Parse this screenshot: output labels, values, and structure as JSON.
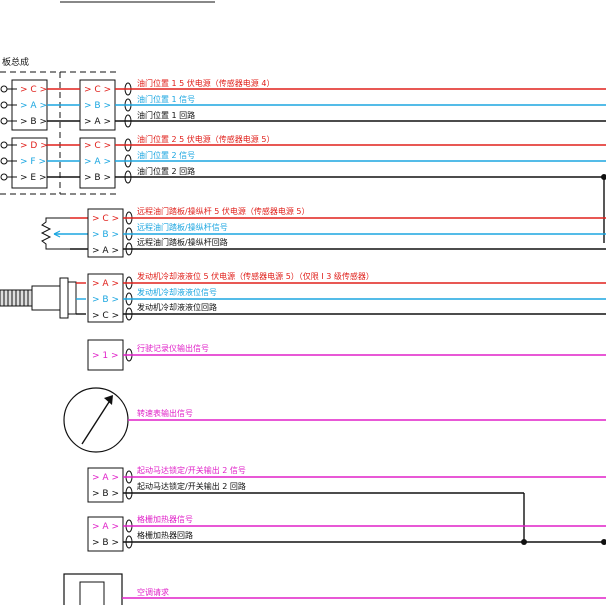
{
  "colors": {
    "red": "#e0201b",
    "cyan": "#1ba6e0",
    "black": "#111111",
    "magenta": "#e020c8"
  },
  "header": {
    "board_label": "板总成"
  },
  "throttle": {
    "left_pins_1": [
      "C",
      "A",
      "B"
    ],
    "right_pins_1": [
      "C",
      "B",
      "A"
    ],
    "left_pins_2": [
      "D",
      "F",
      "E"
    ],
    "right_pins_2": [
      "C",
      "A",
      "B"
    ],
    "wires": [
      {
        "label": "油门位置 1 5 伏电源（传感器电源 4）",
        "color": "red"
      },
      {
        "label": "油门位置 1 信号",
        "color": "cyan"
      },
      {
        "label": "油门位置 1 回路",
        "color": "black"
      },
      {
        "label": "油门位置 2 5 伏电源（传感器电源 5）",
        "color": "red"
      },
      {
        "label": "油门位置 2 信号",
        "color": "cyan"
      },
      {
        "label": "油门位置 2 回路",
        "color": "black"
      }
    ]
  },
  "remote_pedal": {
    "pins": [
      "C",
      "B",
      "A"
    ],
    "wires": [
      {
        "label": "远程油门踏板/操纵杆 5 伏电源（传感器电源 5）",
        "color": "red"
      },
      {
        "label": "远程油门踏板/操纵杆信号",
        "color": "cyan"
      },
      {
        "label": "远程油门踏板/操纵杆回路",
        "color": "black"
      }
    ]
  },
  "coolant": {
    "pins": [
      "A",
      "B",
      "C"
    ],
    "wires": [
      {
        "label": "发动机冷却液液位 5 伏电源（传感器电源 5）（仅限 Ⅰ 3 级传感器）",
        "color": "red"
      },
      {
        "label": "发动机冷却液液位信号",
        "color": "cyan"
      },
      {
        "label": "发动机冷却液液位回路",
        "color": "black"
      }
    ]
  },
  "recorder": {
    "pin": "1",
    "label": "行驶记录仪输出信号"
  },
  "tachometer": {
    "label": "转速表输出信号"
  },
  "starter": {
    "pins": [
      "A",
      "B"
    ],
    "wires": [
      {
        "label": "起动马达锁定/开关输出 2 信号",
        "color": "magenta"
      },
      {
        "label": "起动马达锁定/开关输出 2 回路",
        "color": "black"
      }
    ]
  },
  "grid_heater": {
    "pins": [
      "A",
      "B"
    ],
    "wires": [
      {
        "label": "格栅加热器信号",
        "color": "magenta"
      },
      {
        "label": "格栅加热器回路",
        "color": "black"
      }
    ]
  },
  "ac_request": {
    "label": "空调请求"
  }
}
